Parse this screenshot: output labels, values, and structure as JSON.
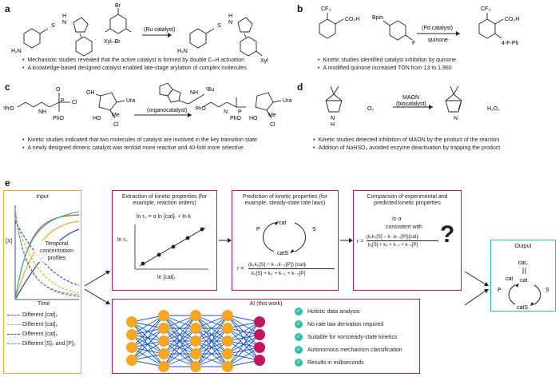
{
  "panels": {
    "a": {
      "label": "a",
      "reagent_aryl": "Br",
      "reagent_name": "Xyl–Br",
      "reagent_arrow": "(Ru catalyst)",
      "prod_xyl": "Xyl",
      "sm_NH2": "H₂N",
      "bullets": [
        "Mechanistic studies revealed that the active catalyst is formed by double C–H activation",
        "A knowledge-based designed catalyst enabled late-stage arylation of complex molecules"
      ]
    },
    "b": {
      "label": "b",
      "cf3": "CF₃",
      "co2h": "CO₂H",
      "bpin": "Bpin",
      "f": "F",
      "arrow_top": "(Pd catalyst)",
      "arrow_bottom": "quinone",
      "prod_sub": "4-F-Ph",
      "bullets": [
        "Kinetic studies identified catalyst inhibition by quinone",
        "A modified quinone increased TON from 13 to 1,960"
      ]
    },
    "c": {
      "label": "c",
      "arrow_text": "(organocatalyst)",
      "iPr": "ⁱPrO",
      "nh": "NH",
      "pho": "PhO",
      "cl": "Cl",
      "ura": "Ura",
      "me": "Me",
      "ho": "HO",
      "tbu": "ᵗBu",
      "bullets": [
        "Kinetic studies indicated that two molecules of catalyst are involved in the key transition state",
        "A newly designed dimeric catalyst was tenfold more reactive and 40-fold more selective"
      ]
    },
    "d": {
      "label": "d",
      "maon": "MAON",
      "biocat": "(biocatalyst)",
      "o2": "O₂",
      "h2o2": "H₂O₂",
      "nh": "H",
      "n": "N",
      "bullets": [
        "Kinetic studies detected inhibition of MAON by the product of the reaction",
        "Addition of NaHSO₃ avoided enzyme deactivation by trapping the product"
      ]
    },
    "e": {
      "label": "e",
      "input_title": "Input",
      "temporal_label": "Temporal concentration profiles",
      "y_label": "[X]",
      "x_label": "Time",
      "legend": [
        {
          "text": "Different [cat]₀",
          "color": "#e53935"
        },
        {
          "text": "Different [cat]₀",
          "color": "#f5a623"
        },
        {
          "text": "Different [cat]₀",
          "color": "#3949ab"
        },
        {
          "text": "Different [S]₀ and [P]₀",
          "color": "#2fbfb0"
        }
      ],
      "box1_title": "Extraction of kinetic properties (for example, reaction orders)",
      "box1_eq": "ln r₀ = α ln [cat]ₜ + ln k",
      "box1_ylab": "ln r₀",
      "box1_xlab": "ln [cat]ₜ",
      "box2_title": "Prediction of kinetic properties (for example, steady-state rate laws)",
      "box2_eq_num": "(k₁k₂[S] − k₋₁k₋₂[P]) [cat]ₜ",
      "box2_eq_den": "k₁[S] + k₂ + k₋₁ + k₋₂[P]",
      "box2_r": "r =",
      "box3_title": "Comparison of experimental and predicted kinetic properties",
      "box3_q1": "Is α",
      "box3_q2": "consistent with",
      "box3_eq_num": "(k₁k₂[S] − k₋₁k₋₂[P])[cat]ₜ",
      "box3_eq_den": "k₁[S] + k₂ + k₋₁ + k₋₂[P]",
      "box3_r": "r =",
      "qmark": "?",
      "cycle_cat": "cat",
      "cycle_catS": "catS",
      "cycle_P": "P",
      "cycle_S": "S",
      "output_title": "Output",
      "output_cat2": "cat₂",
      "ai_title": "AI (this work)",
      "ai_items": [
        "Holistic data analysis",
        "No rate law derivation required",
        "Suitable for nonsteady-state kinetics",
        "Autonomous mechanism classification",
        "Results in milliseconds"
      ],
      "colors": {
        "accent": "#c2185b",
        "teal": "#2fbfb0",
        "orange": "#f5a623",
        "node_orange": "#f5a623",
        "node_red": "#c2185b",
        "edge": "#1a56c4",
        "input_border": "#f5a623",
        "output_border": "#2fbfb0"
      }
    }
  }
}
